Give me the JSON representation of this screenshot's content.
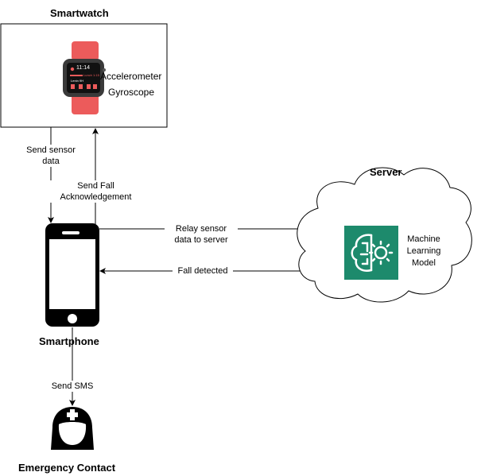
{
  "smartwatch": {
    "title": "Smartwatch",
    "sensor1": "Accelerometer",
    "sensor2": "Gyroscope",
    "screen_time": "11:14",
    "screen_line1": "Lunch 1:15",
    "screen_line2": "Lenin 9H"
  },
  "smartphone": {
    "title": "Smartphone"
  },
  "server": {
    "title": "Server",
    "model_line1": "Machine",
    "model_line2": "Learning",
    "model_line3": "Model"
  },
  "emergency": {
    "title": "Emergency Contact"
  },
  "edges": {
    "send_sensor_line1": "Send sensor",
    "send_sensor_line2": "data",
    "ack_line1": "Send Fall",
    "ack_line2": "Acknowledgement",
    "relay_line1": "Relay sensor",
    "relay_line2": "data to server",
    "fall_detected": "Fall detected",
    "send_sms": "Send SMS"
  },
  "colors": {
    "watch_band": "#ec5b5b",
    "ml_icon_bg": "#1d8a6c",
    "stroke": "#000000"
  }
}
